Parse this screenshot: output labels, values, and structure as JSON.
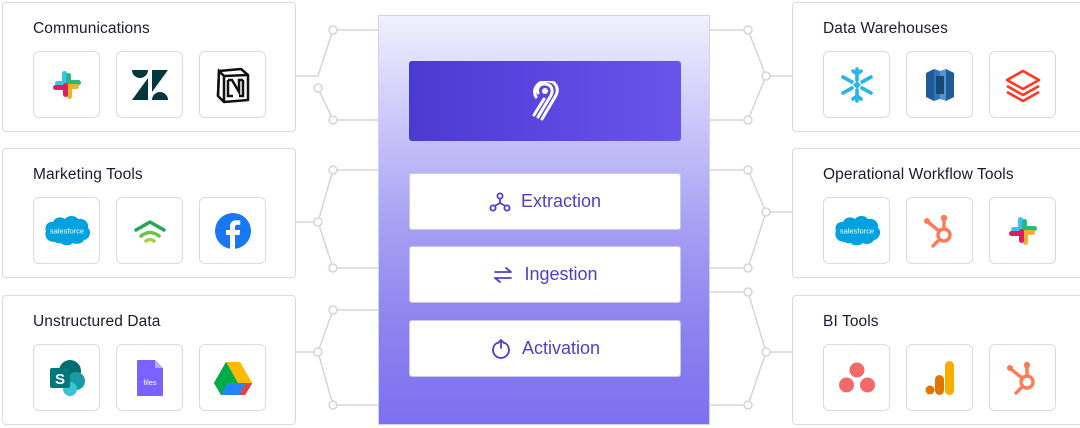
{
  "left_panels": [
    {
      "title": "Communications",
      "icons": [
        "slack-icon",
        "zendesk-icon",
        "notion-icon"
      ]
    },
    {
      "title": "Marketing Tools",
      "icons": [
        "salesforce-icon",
        "signal-icon",
        "facebook-icon"
      ]
    },
    {
      "title": "Unstructured Data",
      "icons": [
        "sharepoint-icon",
        "files-icon",
        "google-drive-icon"
      ]
    }
  ],
  "right_panels": [
    {
      "title": "Data Warehouses",
      "icons": [
        "snowflake-icon",
        "redshift-icon",
        "databricks-icon"
      ]
    },
    {
      "title": "Operational Workflow Tools",
      "icons": [
        "salesforce-icon",
        "hubspot-icon",
        "slack-icon"
      ]
    },
    {
      "title": "BI Tools",
      "icons": [
        "asana-icon",
        "google-analytics-icon",
        "hubspot-icon"
      ]
    }
  ],
  "hub": {
    "logo": "airbyte-logo-icon",
    "steps": [
      {
        "label": "Extraction",
        "icon": "extraction-icon"
      },
      {
        "label": "Ingestion",
        "icon": "ingestion-arrows-icon"
      },
      {
        "label": "Activation",
        "icon": "activation-icon"
      }
    ]
  },
  "icon_text": {
    "salesforce": "salesforce",
    "files": "files",
    "sharepoint": "S"
  },
  "colors": {
    "accent": "#5b46e0",
    "step_text": "#4d3fc9",
    "border": "#d9dbe3"
  }
}
